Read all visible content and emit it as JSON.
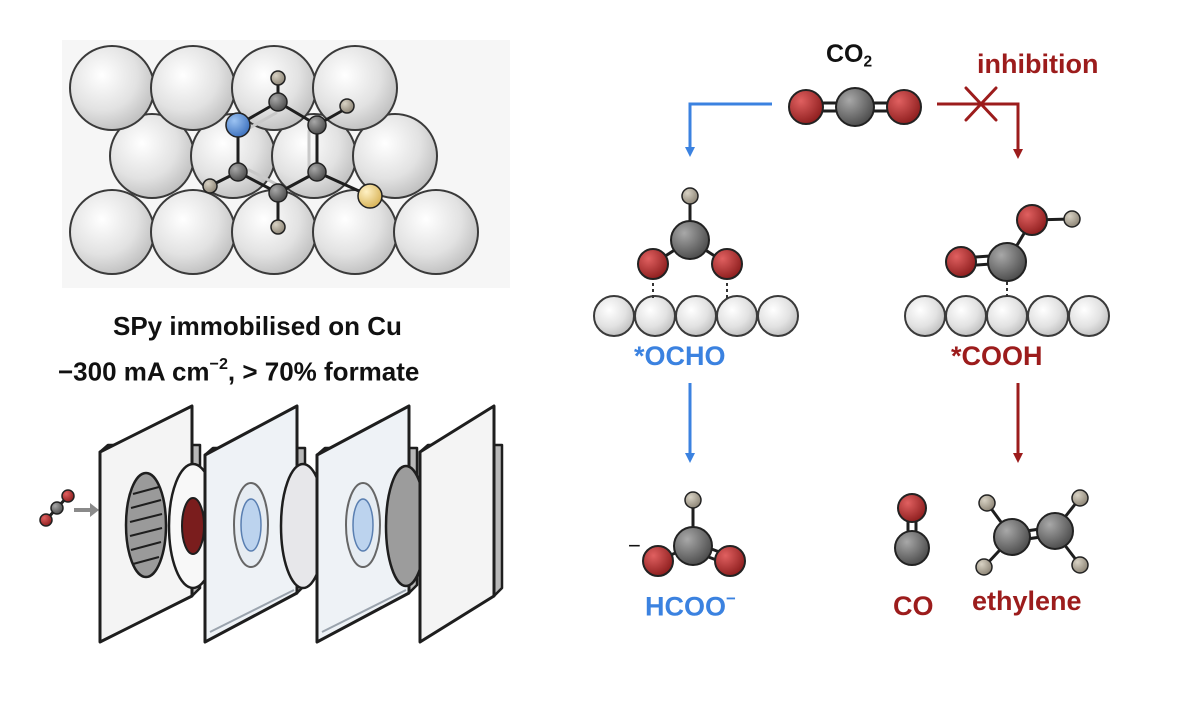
{
  "colors": {
    "blue": "#3b82e0",
    "red": "#9c1c1c",
    "carbon": "#666666",
    "oxygen": "#b22b2b",
    "hydrogen": "#b3aa9a",
    "nitrogen": "#5b8fd6",
    "sulfur": "#f2d488",
    "copper": "#ececec",
    "text": "#111111"
  },
  "left_panel": {
    "caption_line1": "SPy immobilised on Cu",
    "caption_line2_pre": "−300 mA cm",
    "caption_line2_sup": "−2",
    "caption_line2_post": ", > 70% formate"
  },
  "pathway": {
    "co2_main": "CO",
    "co2_sub": "2",
    "inhibition_label": "inhibition",
    "ocho_label": "*OCHO",
    "cooh_label": "*COOH",
    "formate_main": "HCOO",
    "formate_sup": "−",
    "formate_charge": "−",
    "co_label": "CO",
    "ethylene_label": "ethylene"
  }
}
